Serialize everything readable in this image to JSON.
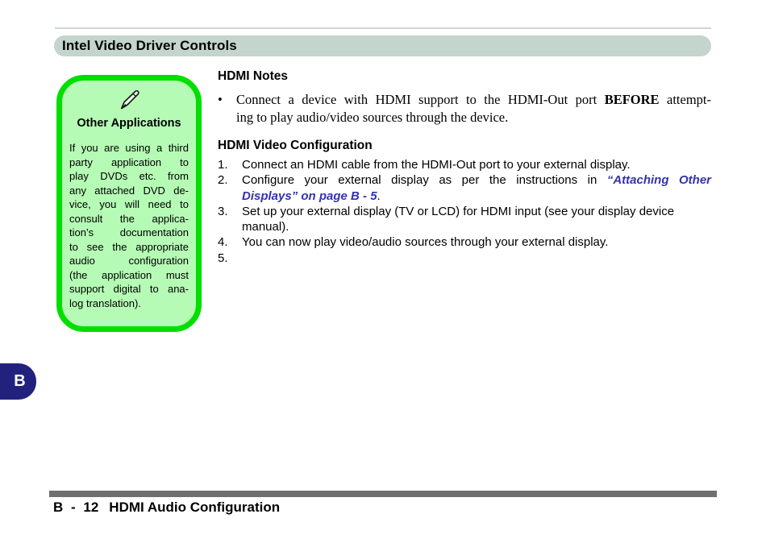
{
  "header": {
    "title": "Intel Video Driver Controls"
  },
  "sidebar_tab": {
    "label": "B"
  },
  "note_box": {
    "icon": "pen-icon",
    "title": "Other Applications",
    "body_lines": [
      "If you are using a third",
      "party application to",
      "play DVDs etc. from",
      "any attached DVD de-",
      "vice, you will need to",
      "consult the applica-",
      "tion’s documentation",
      "to see the appropriate",
      "audio configuration",
      "(the application must",
      "support digital to ana-",
      "log translation)."
    ]
  },
  "content": {
    "notes_heading": "HDMI Notes",
    "bullet": {
      "marker": "•",
      "line1_pre": "Connect a device with HDMI support to the HDMI-Out port ",
      "line1_bold": "BEFORE",
      "line1_post": " attempt-",
      "line2": "ing to play audio/video sources through the device."
    },
    "config_heading": "HDMI Video Configuration",
    "steps": [
      {
        "num": "1.",
        "line1": "Connect an HDMI cable from the HDMI-Out port to your external display."
      },
      {
        "num": "2.",
        "line1_pre": "Configure your external display as per the instructions in ",
        "line1_link": "“Attaching Other",
        "line2_link": "Displays” on page B - 5",
        "line2_post": "."
      },
      {
        "num": "3.",
        "line1": "Set up your external display (TV or LCD) for HDMI input (see your display device",
        "line2": "manual)."
      },
      {
        "num": "4.",
        "line1": "You can now play video/audio sources through your external display."
      },
      {
        "num": "5.",
        "line1": ""
      }
    ]
  },
  "footer": {
    "page_number": "B - 12",
    "section": "HDMI Audio Configuration"
  },
  "colors": {
    "header_bar": "#c3d5cd",
    "note_border": "#00df00",
    "note_fill": "#b5fbb5",
    "tab_navy": "#22227e",
    "link_blue": "#3333ad",
    "footer_bar": "#6f6f6f"
  }
}
